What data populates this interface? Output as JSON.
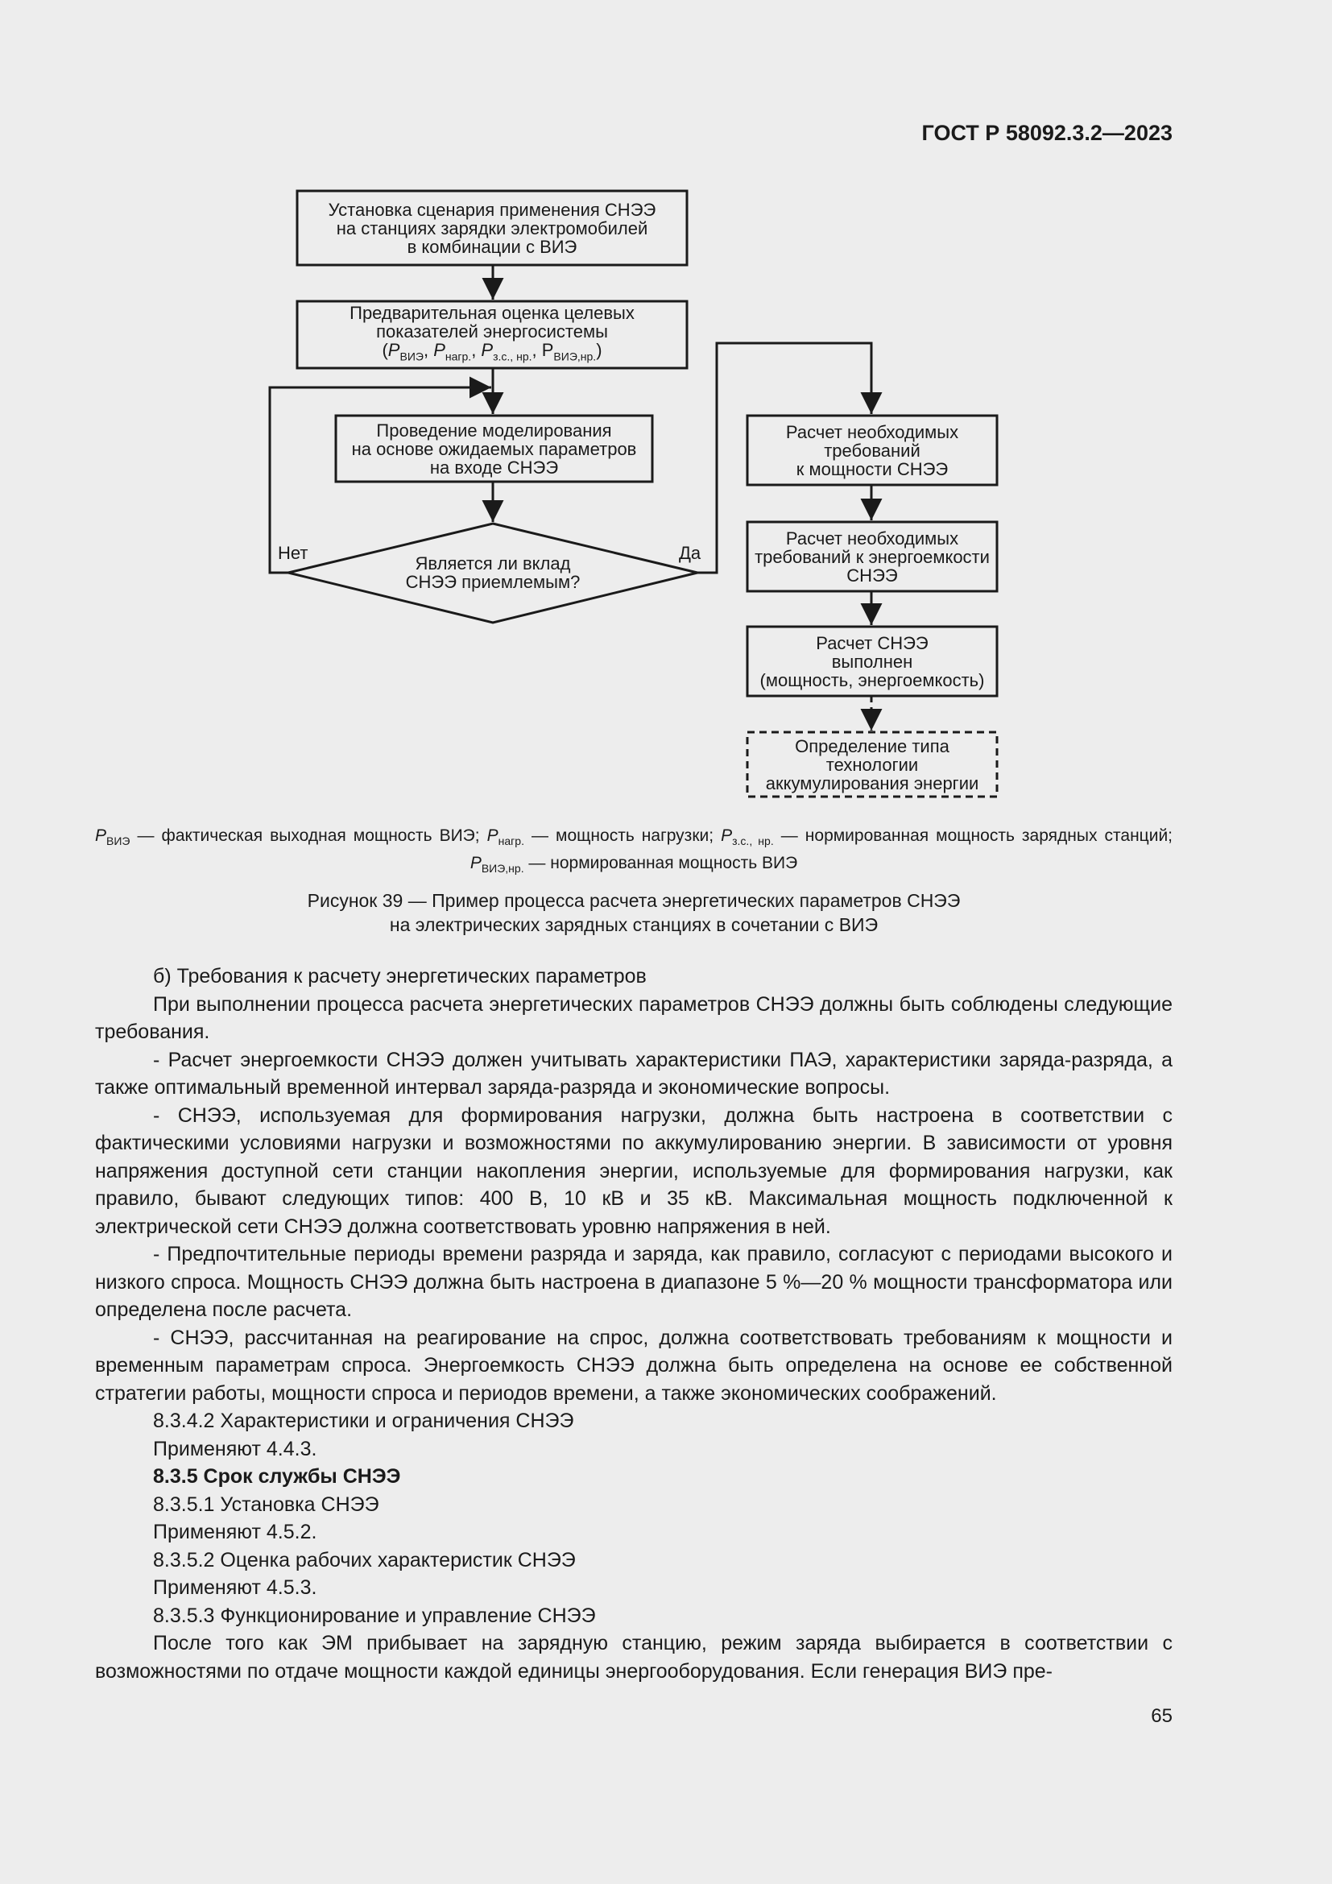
{
  "header": {
    "code": "ГОСТ Р 58092.3.2—2023"
  },
  "flowchart": {
    "box1": [
      "Установка сценария применения СНЭЭ",
      "на станциях зарядки электромобилей",
      "в комбинации с ВИЭ"
    ],
    "box2": {
      "line1": "Предварительная оценка целевых",
      "line2": "показателей энергосистемы",
      "formula": {
        "open": "(",
        "p1": "P",
        "p1_sub": "ВИЭ",
        "p2": "P",
        "p2_sub": "нагр.",
        "p3": "P",
        "p3_sub": "з.с., нр.",
        "p4": "P",
        "p4_sub": "ВИЭ,нр.",
        "sep": ", ",
        "close": ")"
      }
    },
    "box3": [
      "Проведение моделирования",
      "на основе ожидаемых параметров",
      "на входе СНЭЭ"
    ],
    "decision": [
      "Является ли вклад",
      "СНЭЭ приемлемым?"
    ],
    "label_no": "Нет",
    "label_yes": "Да",
    "box4": [
      "Расчет необходимых",
      "требований",
      "к мощности СНЭЭ"
    ],
    "box5": [
      "Расчет необходимых",
      "требований к энергоемкости",
      "СНЭЭ"
    ],
    "box6": [
      "Расчет СНЭЭ",
      "выполнен",
      "(мощность, энергоемкость)"
    ],
    "box7": [
      "Определение типа",
      "технологии",
      "аккумулирования энергии"
    ]
  },
  "legend": {
    "p1": "P",
    "s1": "ВИЭ",
    "t1": " — фактическая выходная мощность ВИЭ; ",
    "p2": "P",
    "s2": "нагр.",
    "t2": " — мощность нагрузки; ",
    "p3": "P",
    "s3": "з.с., нр.",
    "t3": " — нормированная мощность зарядных станций; ",
    "p4": "P",
    "s4": "ВИЭ,нр.",
    "t4": " — нормированная мощность ВИЭ"
  },
  "caption": {
    "line1": "Рисунок 39 — Пример процесса расчета энергетических параметров СНЭЭ",
    "line2": "на электрических зарядных станциях в сочетании с ВИЭ"
  },
  "body": {
    "p1": "б)  Требования к расчету энергетических параметров",
    "p2": "При выполнении процесса расчета энергетических параметров СНЭЭ должны быть соблюдены следующие требования.",
    "p3": "- Расчет энергоемкости СНЭЭ должен учитывать характеристики ПАЭ, характеристики заряда-разряда, а также оптимальный временной интервал заряда-разряда и экономические вопросы.",
    "p4": "- СНЭЭ, используемая для формирования нагрузки, должна быть настроена в соответствии с фактическими условиями нагрузки и возможностями по аккумулированию энергии. В зависимости от уровня напряжения доступной сети станции накопления энергии, используемые для формирования нагрузки, как правило, бывают следующих типов: 400 В, 10 кВ и 35 кВ. Максимальная мощность подключенной к электрической сети СНЭЭ должна соответствовать уровню напряжения в ней.",
    "p5": "- Предпочтительные периоды времени разряда и заряда, как правило, согласуют с периодами высокого и низкого спроса. Мощность СНЭЭ должна быть настроена в диапазоне 5 %—20 % мощности трансформатора или определена после расчета.",
    "p6": "- СНЭЭ, рассчитанная на реагирование на спрос, должна соответствовать требованиям к мощности и временным параметрам спроса. Энергоемкость СНЭЭ должна быть определена на основе ее собственной стратегии работы, мощности спроса и периодов времени, а также экономических соображений.",
    "p7": "8.3.4.2  Характеристики и ограничения СНЭЭ",
    "p8": "Применяют 4.4.3.",
    "p9": "8.3.5  Срок службы СНЭЭ",
    "p10": "8.3.5.1  Установка СНЭЭ",
    "p11": "Применяют 4.5.2.",
    "p12": "8.3.5.2  Оценка рабочих характеристик СНЭЭ",
    "p13": "Применяют 4.5.3.",
    "p14": "8.3.5.3  Функционирование и управление СНЭЭ",
    "p15": "После того как ЭМ прибывает на зарядную станцию, режим заряда выбирается в соответствии с возможностями по отдаче мощности каждой единицы энергооборудования. Если генерация ВИЭ пре-"
  },
  "page_number": "65"
}
